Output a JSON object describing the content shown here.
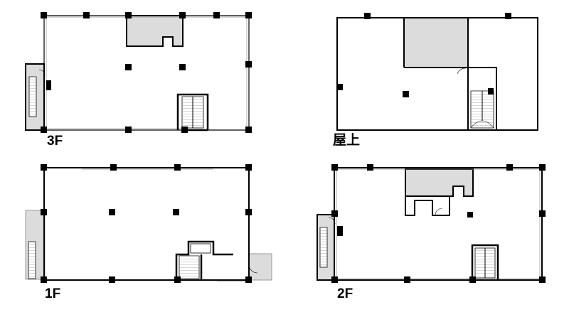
{
  "floor_labels": {
    "floor_3": "3F",
    "rooftop": "屋上",
    "floor_1": "1F",
    "floor_2": "2F"
  },
  "colors": {
    "wall": "#000000",
    "shaded_area": "#dcdcdc",
    "glazing": "#999999",
    "background": "#ffffff"
  }
}
